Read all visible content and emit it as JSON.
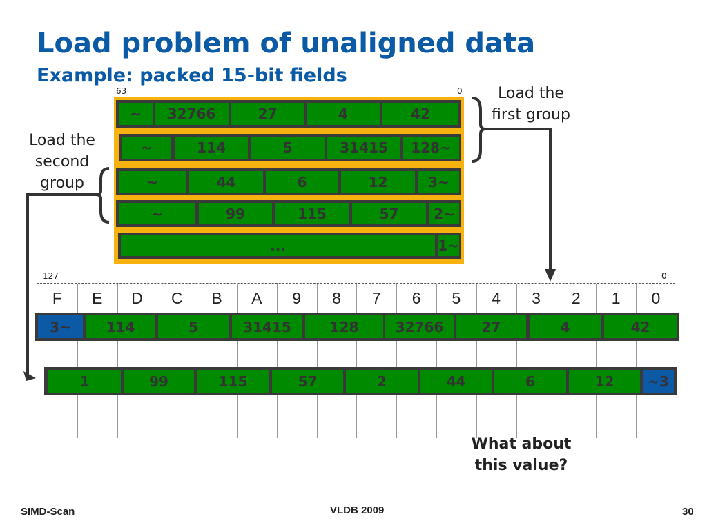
{
  "title": "Load problem of unaligned data",
  "subtitle": "Example: packed 15-bit fields",
  "top_box": {
    "bit_high": "63",
    "bit_low": "0",
    "rows": [
      [
        "~",
        "32766",
        "27",
        "4",
        "42"
      ],
      [
        "~",
        "114",
        "5",
        "31415",
        "128~"
      ],
      [
        "~",
        "44",
        "6",
        "12",
        "3~"
      ],
      [
        "~",
        "99",
        "115",
        "57",
        "2~"
      ],
      [
        "...",
        "1~"
      ]
    ]
  },
  "notes": {
    "first_group": "Load the first group",
    "second_group": "Load the second group",
    "question": "What about this value?"
  },
  "register": {
    "bit_high": "127",
    "bit_low": "0",
    "lanes": [
      "F",
      "E",
      "D",
      "C",
      "B",
      "A",
      "9",
      "8",
      "7",
      "6",
      "5",
      "4",
      "3",
      "2",
      "1",
      "0"
    ],
    "row1": [
      "3~",
      "114",
      "5",
      "31415",
      "128",
      "32766",
      "27",
      "4",
      "42"
    ],
    "row2": [
      "1",
      "99",
      "115",
      "57",
      "2",
      "44",
      "6",
      "12",
      "~3"
    ]
  },
  "colors": {
    "title": "#0b5aa5",
    "field": "#008a00",
    "highlight": "#0c5aa6",
    "frame": "#f7b20f"
  },
  "footer": {
    "left": "SIMD-Scan",
    "center": "VLDB 2009",
    "page": "30"
  }
}
